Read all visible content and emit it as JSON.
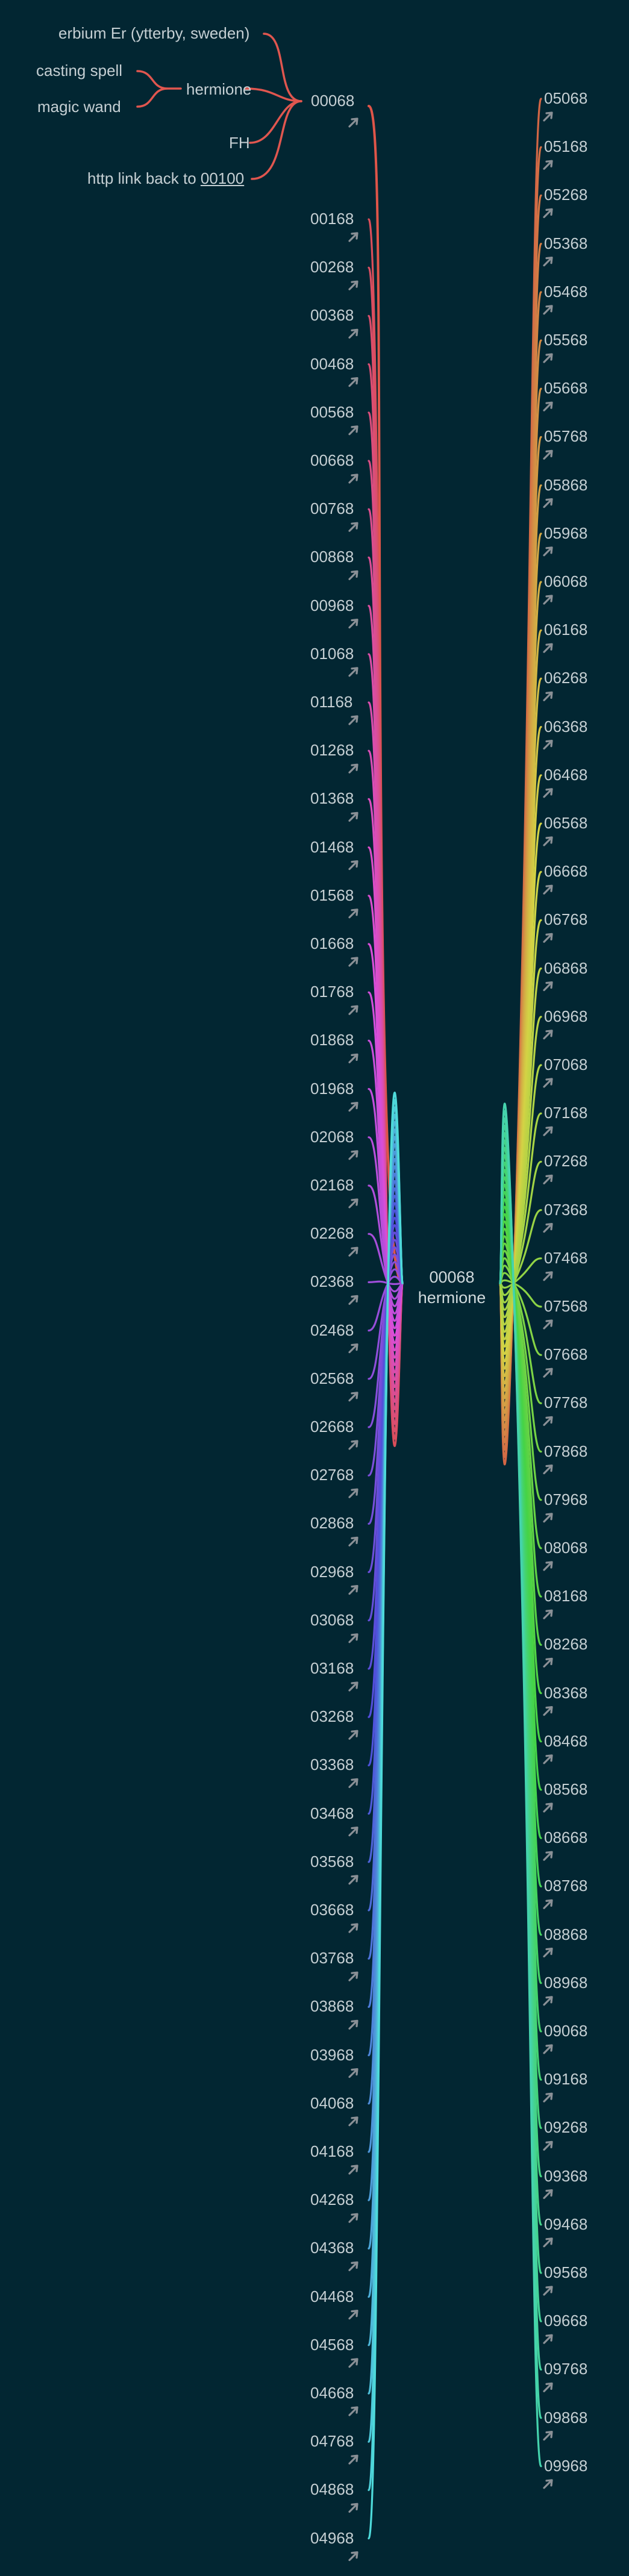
{
  "title_node": {
    "id": "00068",
    "attributes": [
      {
        "label": "erbium Er (ytterby, sweden)"
      },
      {
        "label": "hermione",
        "children": [
          {
            "label": "casting spell"
          },
          {
            "label": "magic wand"
          }
        ]
      },
      {
        "label": "FH"
      },
      {
        "label": "http link back to ",
        "link_text": "00100"
      }
    ]
  },
  "center_node": {
    "id": "00068",
    "name": "hermione"
  },
  "left_branch": [
    "00168",
    "00268",
    "00368",
    "00468",
    "00568",
    "00668",
    "00768",
    "00868",
    "00968",
    "01068",
    "01168",
    "01268",
    "01368",
    "01468",
    "01568",
    "01668",
    "01768",
    "01868",
    "01968",
    "02068",
    "02168",
    "02268",
    "02368",
    "02468",
    "02568",
    "02668",
    "02768",
    "02868",
    "02968",
    "03068",
    "03168",
    "03268",
    "03368",
    "03468",
    "03568",
    "03668",
    "03768",
    "03868",
    "03968",
    "04068",
    "04168",
    "04268",
    "04368",
    "04468",
    "04568",
    "04668",
    "04768",
    "04868",
    "04968"
  ],
  "right_branch": [
    "05068",
    "05168",
    "05268",
    "05368",
    "05468",
    "05568",
    "05668",
    "05768",
    "05868",
    "05968",
    "06068",
    "06168",
    "06268",
    "06368",
    "06468",
    "06568",
    "06668",
    "06768",
    "06868",
    "06968",
    "07068",
    "07168",
    "07268",
    "07368",
    "07468",
    "07568",
    "07668",
    "07768",
    "07868",
    "07968",
    "08068",
    "08168",
    "08268",
    "08368",
    "08468",
    "08568",
    "08668",
    "08768",
    "08868",
    "08968",
    "09068",
    "09168",
    "09268",
    "09368",
    "09468",
    "09568",
    "09668",
    "09768",
    "09868",
    "09968"
  ],
  "link_icon": "arrow-link-icon",
  "colors": {
    "background": "#022632",
    "text": "#c5cfd3",
    "attribute_connector": "#e0564f",
    "icon": "#8a9096"
  }
}
